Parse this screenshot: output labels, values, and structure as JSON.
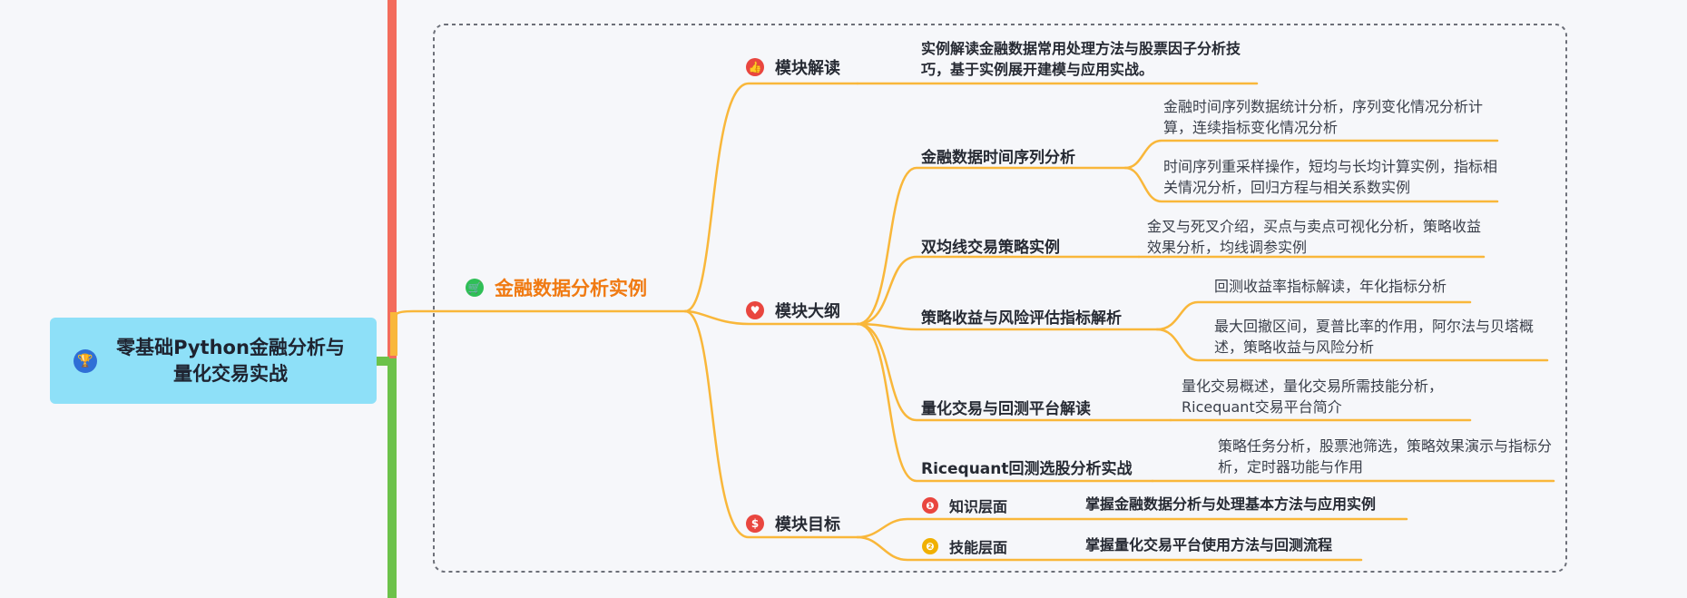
{
  "root": {
    "title": "零基础Python金融分析与量化交易实战",
    "icon": "trophy-icon"
  },
  "main_topic": {
    "label": "金融数据分析实例",
    "icon": "cart-icon",
    "color": "#f07a12"
  },
  "module_intro": {
    "label": "模块解读",
    "icon": "thumbs-up-icon",
    "text": "实例解读金融数据常用处理方法与股票因子分析技巧，基于实例展开建模与应用实战。"
  },
  "module_outline": {
    "label": "模块大纲",
    "icon": "heart-icon",
    "topics": [
      {
        "label": "金融数据时间序列分析",
        "details": [
          "金融时间序列数据统计分析，序列变化情况分析计算，连续指标变化情况分析",
          "时间序列重采样操作，短均与长均计算实例，指标相关情况分析，回归方程与相关系数实例"
        ]
      },
      {
        "label": "双均线交易策略实例",
        "details": [
          "金叉与死叉介绍，买点与卖点可视化分析，策略收益效果分析，均线调参实例"
        ]
      },
      {
        "label": "策略收益与风险评估指标解析",
        "details": [
          "回测收益率指标解读，年化指标分析",
          "最大回撤区间，夏普比率的作用，阿尔法与贝塔概述，策略收益与风险分析"
        ]
      },
      {
        "label": "量化交易与回测平台解读",
        "details": [
          "量化交易概述，量化交易所需技能分析，Ricequant交易平台简介"
        ]
      },
      {
        "label": "Ricequant回测选股分析实战",
        "details": [
          "策略任务分析，股票池筛选，策略效果演示与指标分析，定时器功能与作用"
        ]
      }
    ]
  },
  "module_goal": {
    "label": "模块目标",
    "icon": "dollar-icon",
    "items": [
      {
        "num": "❶",
        "label": "知识层面",
        "text": "掌握金融数据分析与处理基本方法与应用实例"
      },
      {
        "num": "❷",
        "label": "技能层面",
        "text": "掌握量化交易平台使用方法与回测流程"
      }
    ]
  },
  "colors": {
    "branch": "#f9b73a",
    "trunk_red": "#f36c5c",
    "trunk_green": "#6cc24a",
    "root_bg": "#8ee0f8"
  }
}
